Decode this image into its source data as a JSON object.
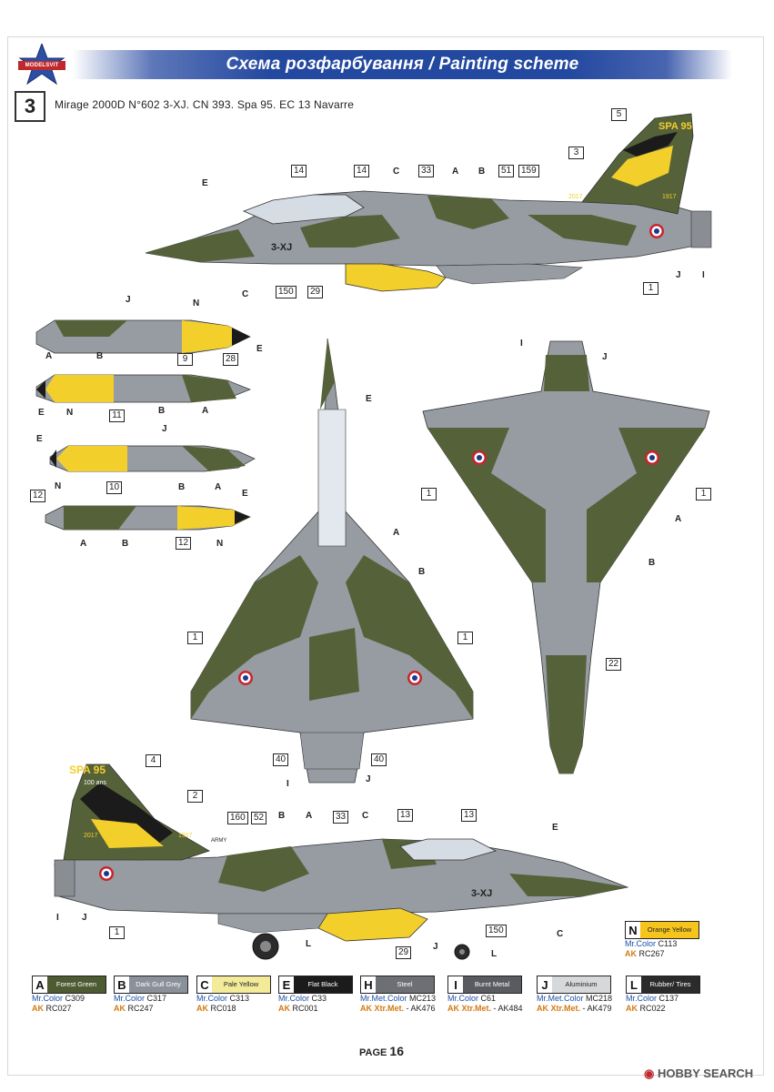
{
  "logo": {
    "text": "MODELSVIT"
  },
  "header": {
    "title": "Схема розфарбування / Painting scheme"
  },
  "scheme": {
    "number": "3",
    "title": "Mirage 2000D N°602 3-XJ. CN 393. Spa 95. EC 13 Navarre"
  },
  "markings": {
    "tail_code": "3-XJ",
    "tail_text": "SPA 95",
    "tail_subtext": "100 ans",
    "tail_years_left": "2017",
    "tail_years_right": "1917",
    "army_text": "ARMY"
  },
  "callouts": {
    "side_top": [
      "5",
      "3",
      "14",
      "14",
      "33",
      "51",
      "159",
      "150",
      "29",
      "1"
    ],
    "tank1": [
      "9",
      "28"
    ],
    "tank2": [
      "11"
    ],
    "tank3": [
      "12",
      "10"
    ],
    "tank4": [
      "12"
    ],
    "top_view": [
      "1",
      "1",
      "40",
      "40"
    ],
    "bottom_view": [
      "1",
      "1",
      "22"
    ],
    "side_bottom": [
      "4",
      "2",
      "160",
      "52",
      "33",
      "13",
      "13",
      "1",
      "150",
      "29"
    ]
  },
  "paint_refs": {
    "side_top": [
      "E",
      "C",
      "A",
      "B",
      "C",
      "J",
      "I"
    ],
    "tank1": [
      "J",
      "N",
      "A",
      "B",
      "E"
    ],
    "tank2": [
      "B",
      "E",
      "N",
      "A"
    ],
    "tank3": [
      "J",
      "E",
      "B",
      "A",
      "N"
    ],
    "tank4": [
      "E",
      "A",
      "B",
      "N"
    ],
    "top_view": [
      "E",
      "A",
      "B",
      "I",
      "J"
    ],
    "bottom_view": [
      "I",
      "J",
      "A",
      "B"
    ],
    "side_bottom": [
      "B",
      "A",
      "C",
      "E",
      "I",
      "J",
      "L",
      "J",
      "L",
      "C"
    ]
  },
  "legend": [
    {
      "letter": "A",
      "name": "Forest Green",
      "bg": "#4c5b32",
      "fg": "#ffffff",
      "lines": [
        {
          "brand": "Mr.Color",
          "code": "C309"
        },
        {
          "brand": "AK",
          "code": "RC027"
        }
      ]
    },
    {
      "letter": "B",
      "name": "Dark Gull Grey",
      "bg": "#8a919a",
      "fg": "#ffffff",
      "lines": [
        {
          "brand": "Mr.Color",
          "code": "C317"
        },
        {
          "brand": "AK",
          "code": "RC247"
        }
      ]
    },
    {
      "letter": "C",
      "name": "Pale Yellow",
      "bg": "#f3ea9a",
      "fg": "#222222",
      "lines": [
        {
          "brand": "Mr.Color",
          "code": "C313"
        },
        {
          "brand": "AK",
          "code": "RC018"
        }
      ]
    },
    {
      "letter": "E",
      "name": "Flat Black",
      "bg": "#1b1b1b",
      "fg": "#ffffff",
      "lines": [
        {
          "brand": "Mr.Color",
          "code": "C33"
        },
        {
          "brand": "AK",
          "code": "RC001"
        }
      ]
    },
    {
      "letter": "H",
      "name": "Steel",
      "bg": "#6d6f74",
      "fg": "#ffffff",
      "lines": [
        {
          "brand": "Mr.Met.Color",
          "code": "MC213"
        },
        {
          "brand": "AK Xtr.Met.",
          "code": "- AK476"
        }
      ]
    },
    {
      "letter": "I",
      "name": "Burnt Metal",
      "bg": "#5a5b60",
      "fg": "#ffffff",
      "lines": [
        {
          "brand": "Mr.Color",
          "code": "C61"
        },
        {
          "brand": "AK Xtr.Met.",
          "code": "- AK484"
        }
      ]
    },
    {
      "letter": "J",
      "name": "Aluminium",
      "bg": "#d7d8da",
      "fg": "#222222",
      "lines": [
        {
          "brand": "Mr.Met.Color",
          "code": "MC218"
        },
        {
          "brand": "AK Xtr.Met.",
          "code": "- AK479"
        }
      ]
    },
    {
      "letter": "L",
      "name": "Rubber/ Tires",
      "bg": "#2b2b2b",
      "fg": "#ffffff",
      "lines": [
        {
          "brand": "Mr.Color",
          "code": "C137"
        },
        {
          "brand": "AK",
          "code": "RC022"
        }
      ]
    }
  ],
  "legend_extra": {
    "letter": "N",
    "name": "Orange Yellow",
    "bg": "#f6c51d",
    "fg": "#222222",
    "lines": [
      {
        "brand": "Mr.Color",
        "code": "C113"
      },
      {
        "brand": "AK",
        "code": "RC267"
      }
    ]
  },
  "footer": {
    "page_label": "PAGE",
    "page_number": "16",
    "watermark": "HOBBY SEARCH"
  },
  "colors": {
    "forest_green": "#556239",
    "gull_grey": "#979ca3",
    "yellow": "#f2cf2b",
    "black": "#1b1b1b",
    "banner": "#23489f",
    "roundel_red": "#c8232c",
    "roundel_blue": "#1d3a8a"
  }
}
